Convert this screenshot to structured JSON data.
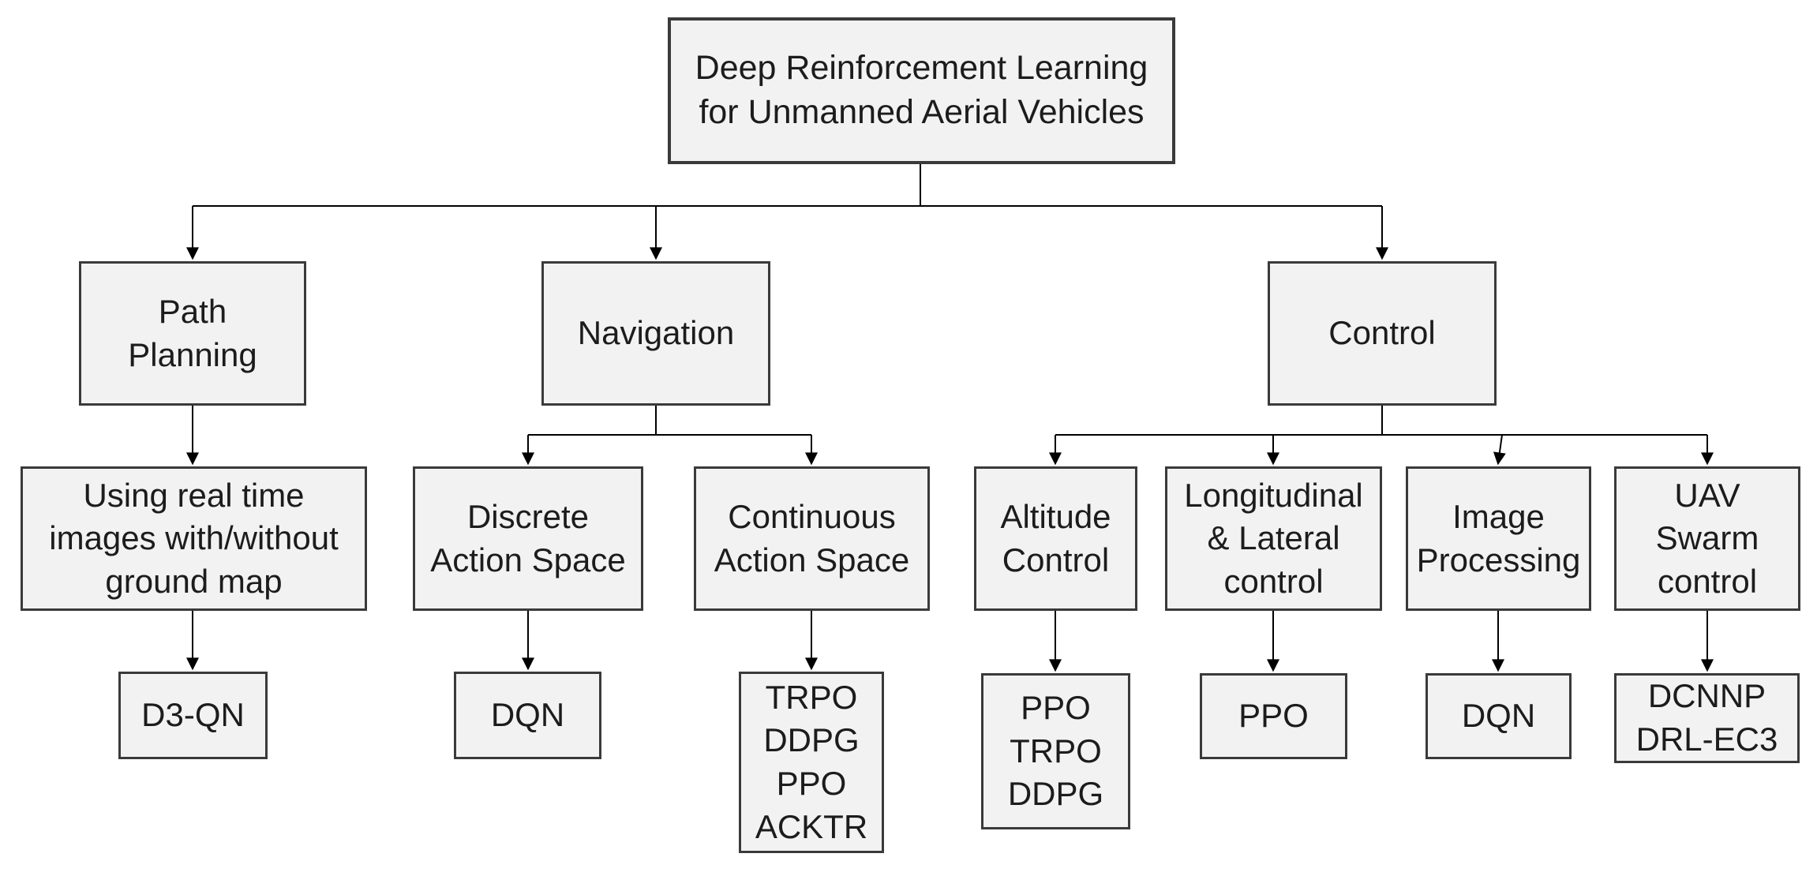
{
  "diagram": {
    "title": "Deep Reinforcement Learning for Unmanned Aerial Vehicles taxonomy",
    "colors": {
      "box_fill": "#f2f2f2",
      "box_border": "#3a3a3a",
      "connector": "#000000",
      "background": "#ffffff",
      "text": "#1c1c1c"
    },
    "nodes": {
      "root": {
        "label": "Deep Reinforcement Learning\nfor Unmanned Aerial Vehicles"
      },
      "path_planning": {
        "label": "Path\nPlanning"
      },
      "navigation": {
        "label": "Navigation"
      },
      "control": {
        "label": "Control"
      },
      "realtime": {
        "label": "Using real time\nimages with/without\nground map"
      },
      "discrete": {
        "label": "Discrete\nAction Space"
      },
      "continuous": {
        "label": "Continuous\nAction Space"
      },
      "altitude": {
        "label": "Altitude\nControl"
      },
      "longitudinal": {
        "label": "Longitudinal\n& Lateral\ncontrol"
      },
      "image_proc": {
        "label": "Image\nProcessing"
      },
      "uav_swarm": {
        "label": "UAV\nSwarm\ncontrol"
      },
      "d3qn": {
        "label": "D3-QN"
      },
      "dqn_nav": {
        "label": "DQN"
      },
      "trpo_group": {
        "label": "TRPO\nDDPG\nPPO\nACKTR"
      },
      "ppo_group": {
        "label": "PPO\nTRPO\nDDPG"
      },
      "ppo": {
        "label": "PPO"
      },
      "dqn_ctrl": {
        "label": "DQN"
      },
      "dcnnp": {
        "label": "DCNNP\nDRL-EC3"
      }
    },
    "edges": [
      {
        "from": "root",
        "to": "path_planning"
      },
      {
        "from": "root",
        "to": "navigation"
      },
      {
        "from": "root",
        "to": "control"
      },
      {
        "from": "path_planning",
        "to": "realtime"
      },
      {
        "from": "realtime",
        "to": "d3qn"
      },
      {
        "from": "navigation",
        "to": "discrete"
      },
      {
        "from": "navigation",
        "to": "continuous"
      },
      {
        "from": "discrete",
        "to": "dqn_nav"
      },
      {
        "from": "continuous",
        "to": "trpo_group"
      },
      {
        "from": "control",
        "to": "altitude"
      },
      {
        "from": "control",
        "to": "longitudinal"
      },
      {
        "from": "control",
        "to": "image_proc"
      },
      {
        "from": "control",
        "to": "uav_swarm"
      },
      {
        "from": "altitude",
        "to": "ppo_group"
      },
      {
        "from": "longitudinal",
        "to": "ppo"
      },
      {
        "from": "image_proc",
        "to": "dqn_ctrl"
      },
      {
        "from": "uav_swarm",
        "to": "dcnnp"
      }
    ]
  }
}
